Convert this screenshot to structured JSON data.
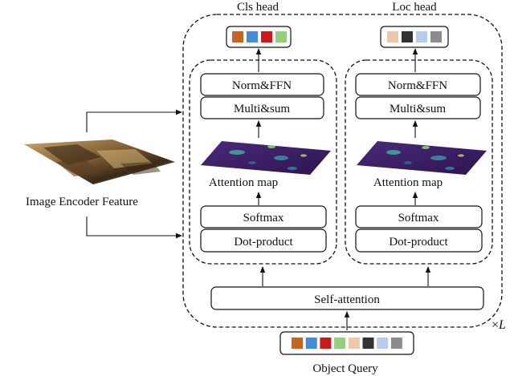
{
  "heads": {
    "cls": {
      "title": "Cls head",
      "token_colors": [
        "#c8641e",
        "#3f8fd8",
        "#d01818",
        "#92d07c"
      ]
    },
    "loc": {
      "title": "Loc head",
      "token_colors": [
        "#f0c6a8",
        "#333333",
        "#b6cdee",
        "#8c8c8c"
      ]
    }
  },
  "encoder": {
    "label": "Image Encoder Feature"
  },
  "branch": {
    "norm_ffn": "Norm&FFN",
    "multi_sum": "Multi&sum",
    "attention_map": "Attention map",
    "softmax": "Softmax",
    "dot_product": "Dot-product"
  },
  "self_attention": "Self-attention",
  "query": {
    "label": "Object Query",
    "token_colors": [
      "#c8641e",
      "#3f8fd8",
      "#d01818",
      "#92d07c",
      "#f0c6a8",
      "#333333",
      "#b6cdee",
      "#8c8c8c"
    ]
  },
  "repeat": {
    "times": "×",
    "symbol": "L"
  }
}
